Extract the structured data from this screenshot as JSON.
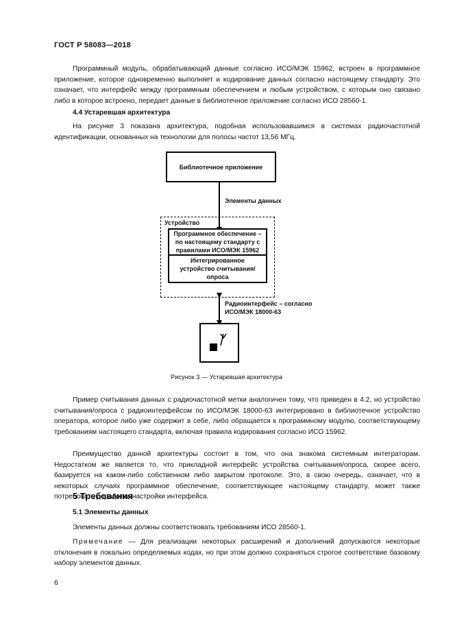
{
  "header": "ГОСТ Р 58083—2018",
  "paragraphs": {
    "intro": "Программный модуль, обрабатывающий данные согласно ИСО/МЭК 15962, встроен в программное приложение, которое одновременно выполняет и кодирование данных согласно настоящему стандарту. Это означает, что интерфейс между программным обеспечением и любым устройством, с которым оно связано либо в которое встроено, передает данные в библиотечное приложение согласно ИСО 28560-1.",
    "section_4_4": "4.4 Устаревшая архитектура",
    "fig_intro": "На рисунке 3 показана архитектура, подобная использовавшимся в системах радиочастотной идентификации, основанных на технологии для полосы частот 13,56 МГц.",
    "example": "Пример считывания данных с радиочастотной метки аналогичен тому, что приведен в 4.2, но устройство считывания/опроса с радиоинтерфейсом по ИСО/МЭК 18000-63 интегрировано в библиотечное устройство оператора, которое либо уже содержит в себе, либо обращается к программному модулю, соответствующему требованиям настоящего стандарта, включая правила кодирования согласно ИСО 15962.",
    "advantage": "Преимущество данной архитектуры состоит в том, что она знакома системным интеграторам. Недостатком же является то, что прикладной интерфейс устройства считывания/опроса, скорее всего, базируется на каком-либо собственном либо закрытом протоколе. Это, в свою очередь, означает, что в некоторых случаях программное обеспечение, соответствующее настоящему стандарту, может также потребовать доработки/настройки интерфейса.",
    "section_5": "5  Требования",
    "section_5_1": "5.1 Элементы данных",
    "elements": "Элементы данных должны соответствовать требованиям ИСО 28560-1.",
    "note_label": "Примечание",
    "note_text": " — Для реализации некоторых расширений и дополнений допускаются некоторые отклонения в локально определяемых кодах, но при этом должно сохраняться строгое соответствие базовому набору элементов данных."
  },
  "diagram": {
    "library_app": "Библиотечное приложение",
    "data_elements": "Элементы данных",
    "device": "Устройство",
    "software": "Программное обеспечение – по настоящему стандарту с правилами ИСО/МЭК 15962",
    "reader": "Интегрированное устройство считывания/опроса",
    "radio_interface": "Радиоинтерфейс – согласно ИСО/МЭК 18000-63"
  },
  "caption": "Рисунок 3 — Устаревшая архитектура",
  "page_number": "6"
}
